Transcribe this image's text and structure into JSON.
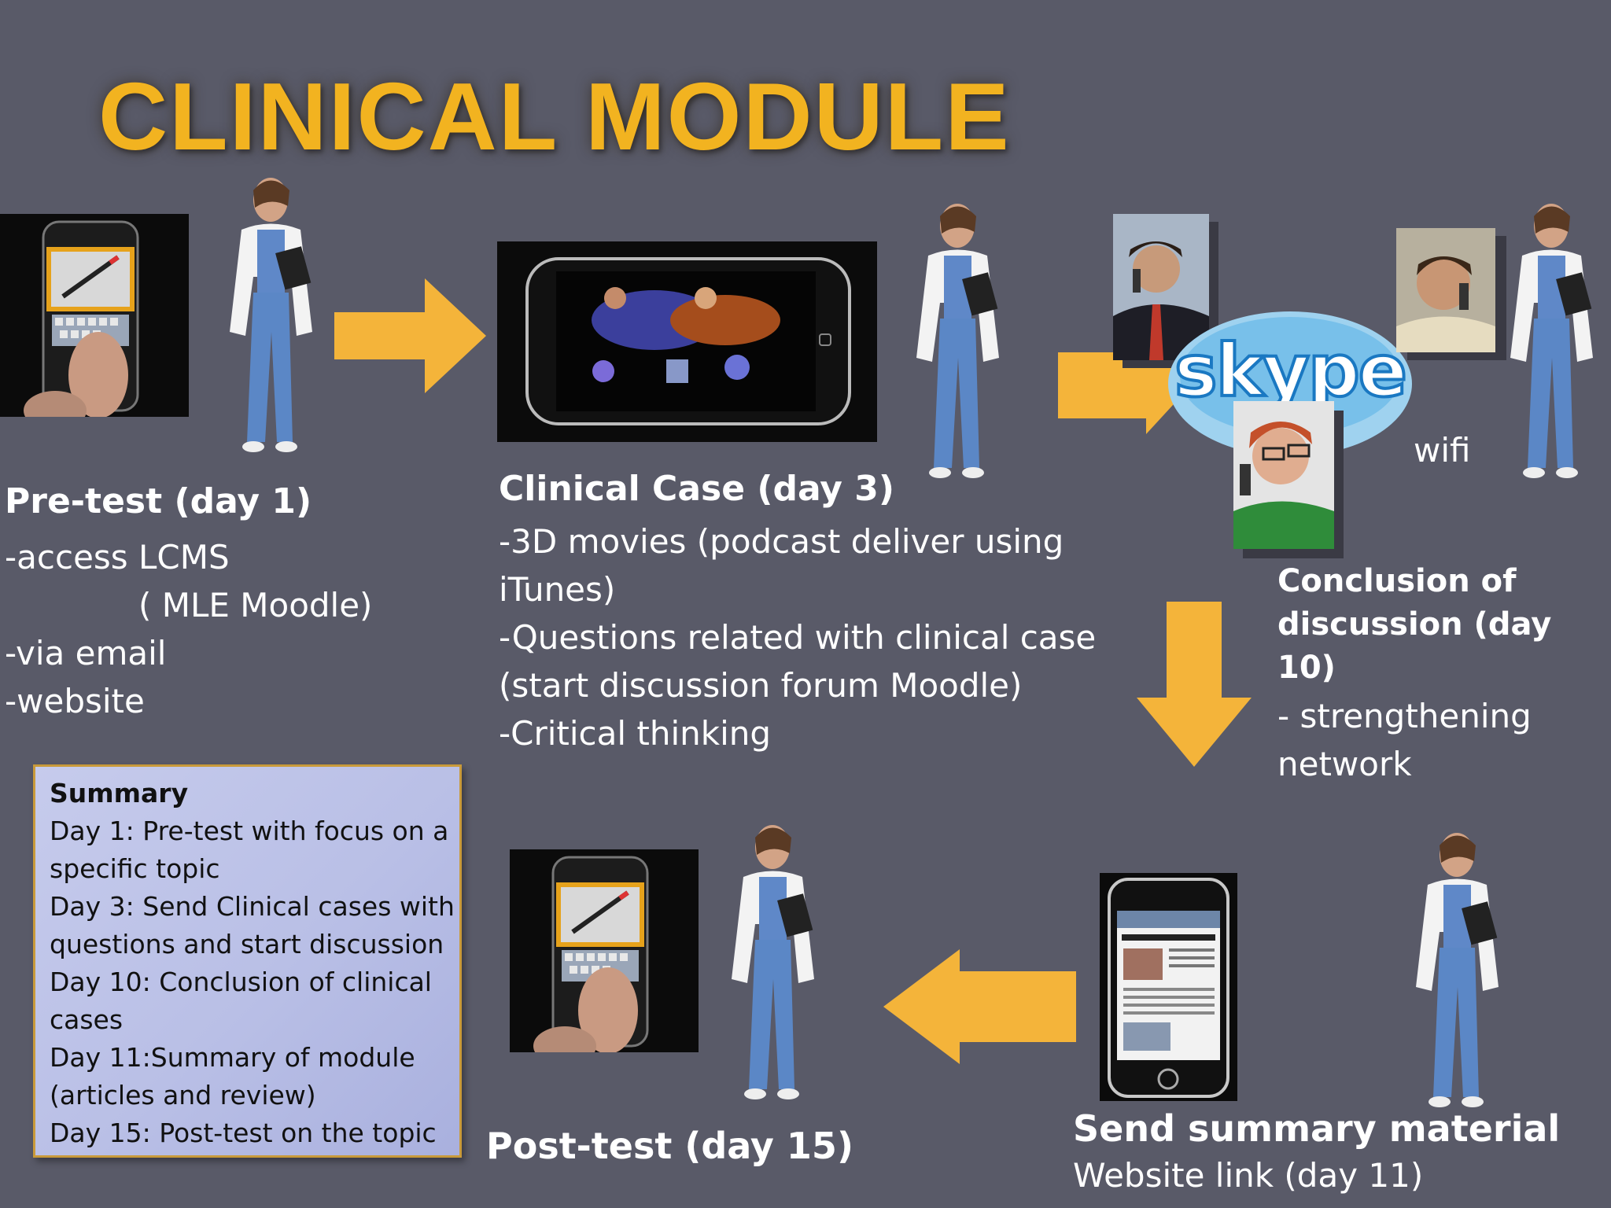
{
  "title": "CLINICAL MODULE",
  "pretest": {
    "heading": "Pre-test (day 1)",
    "lines": [
      "-access LCMS",
      "( MLE Moodle)",
      "-via email",
      "-website"
    ]
  },
  "clinical_case": {
    "heading": "Clinical Case (day 3)",
    "lines": [
      "-3D movies (podcast deliver using",
      "iTunes)",
      "-Questions related with clinical case",
      "(start discussion forum Moodle)",
      "-Critical thinking"
    ]
  },
  "skype": {
    "logo": "skype",
    "wifi": "wifi"
  },
  "conclusion": {
    "heading_lines": [
      "Conclusion of",
      "discussion (day",
      "10)"
    ],
    "lines": [
      "- strengthening",
      "network"
    ]
  },
  "summary": {
    "title": "Summary",
    "lines": [
      "Day 1: Pre-test with focus on a",
      "specific topic",
      "Day 3: Send Clinical cases with",
      "questions and start discussion",
      "Day 10: Conclusion of clinical",
      "cases",
      "Day 11:Summary of module",
      "(articles and review)",
      "Day 15: Post-test on the topic"
    ]
  },
  "posttest": {
    "heading": "Post-test (day 15)"
  },
  "send_summary": {
    "heading": "Send summary material",
    "subline": "Website link (day 11)"
  },
  "colors": {
    "background": "#595a68",
    "accent": "#f2b320",
    "arrow": "#f4b43a"
  },
  "icons": [
    "doctor-figure",
    "phone-pen-icon",
    "iphone-movie-icon",
    "skype-logo",
    "businessman-photo",
    "woman-phone-photo",
    "iphone-browser-icon"
  ]
}
